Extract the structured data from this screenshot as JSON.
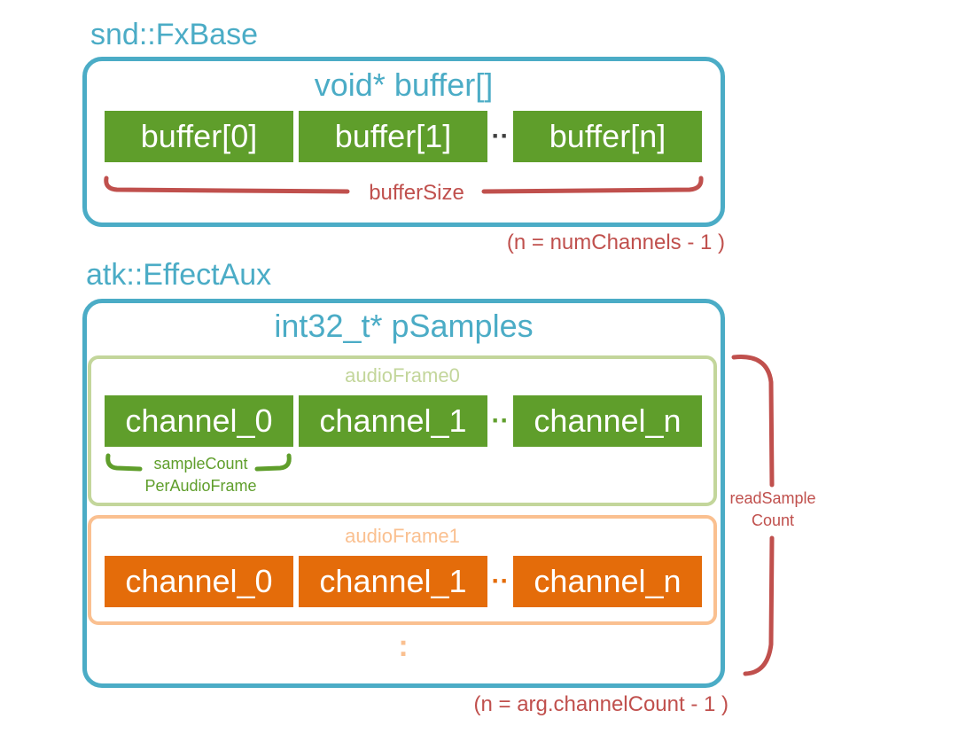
{
  "fxbase": {
    "title": "snd::FxBase",
    "panel_title": "void* buffer[]",
    "cells": [
      "buffer[0]",
      "buffer[1]",
      "buffer[n]"
    ],
    "separator": "··",
    "brace_label": "bufferSize",
    "note": "(n = numChannels - 1 )"
  },
  "effectaux": {
    "title": "atk::EffectAux",
    "panel_title": "int32_t* pSamples",
    "frames": [
      {
        "label": "audioFrame0",
        "cells": [
          "channel_0",
          "channel_1",
          "channel_n"
        ]
      },
      {
        "label": "audioFrame1",
        "cells": [
          "channel_0",
          "channel_1",
          "channel_n"
        ]
      }
    ],
    "separator": "··",
    "sample_brace_label_line1": "sampleCount",
    "sample_brace_label_line2": "PerAudioFrame",
    "continuation": ":",
    "read_label_line1": "readSample",
    "read_label_line2": "Count",
    "note": "(n = arg.channelCount - 1 )"
  },
  "colors": {
    "blue": "#4bacc6",
    "green": "#5f9e2b",
    "light_green": "#c3d69b",
    "orange": "#e46c0a",
    "light_orange": "#fac090",
    "red": "#c0504d"
  }
}
